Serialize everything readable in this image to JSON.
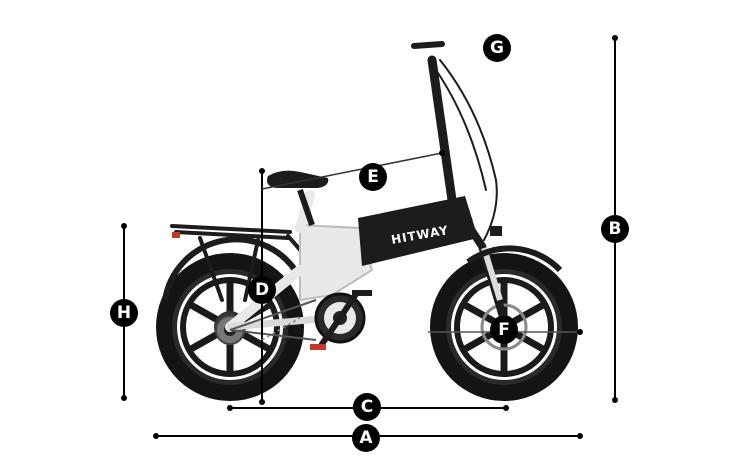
{
  "diagram": {
    "brand_label": "HITWAY",
    "markers": [
      {
        "id": "A",
        "label": "A"
      },
      {
        "id": "B",
        "label": "B"
      },
      {
        "id": "C",
        "label": "C"
      },
      {
        "id": "D",
        "label": "D"
      },
      {
        "id": "E",
        "label": "E"
      },
      {
        "id": "F",
        "label": "F"
      },
      {
        "id": "G",
        "label": "G"
      },
      {
        "id": "H",
        "label": "H"
      }
    ],
    "colors": {
      "frame_black": "#1c1c1c",
      "frame_white": "#e9e9e9",
      "tire": "#141414",
      "line": "#000000",
      "badge": "#000000"
    }
  }
}
